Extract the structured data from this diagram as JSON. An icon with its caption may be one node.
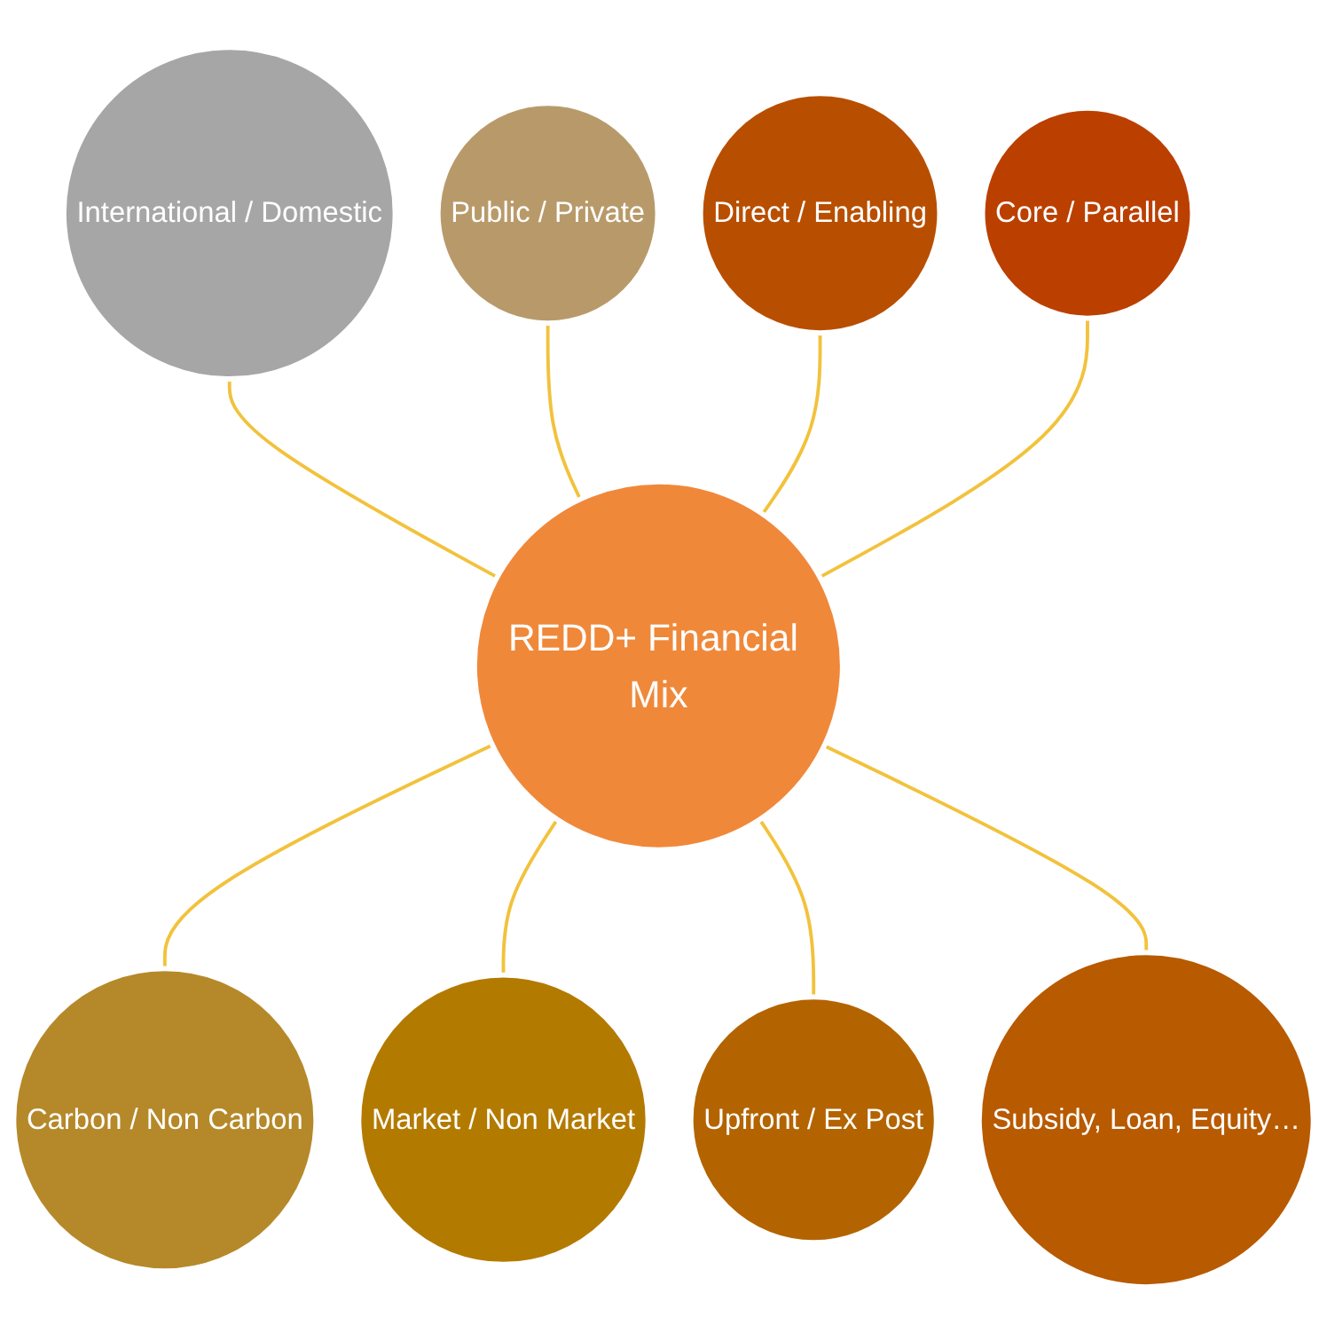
{
  "diagram": {
    "nodes": [
      {
        "text": [
          "REDD+ Financial Mix"
        ]
      },
      {
        "text": [
          "International / Domestic"
        ]
      },
      {
        "text": [
          "Public / Private"
        ]
      },
      {
        "text": [
          "Carbon / Non Carbon"
        ]
      },
      {
        "text": [
          "Market / Non Market"
        ]
      },
      {
        "text": [
          "Upfront / Ex Post"
        ]
      },
      {
        "text": [
          "Subsidy, Loan, Equity…"
        ]
      },
      {
        "text": [
          "Direct / Enabling"
        ]
      },
      {
        "text": [
          "Core / Parallel"
        ]
      }
    ],
    "edges": [
      {
        "from": 0,
        "to": 1,
        "arrow": "none"
      },
      {
        "from": 0,
        "to": 2,
        "arrow": "none"
      },
      {
        "from": 0,
        "to": 3,
        "arrow": "none"
      },
      {
        "from": 0,
        "to": 4,
        "arrow": "none"
      },
      {
        "from": 0,
        "to": 5,
        "arrow": "none"
      },
      {
        "from": 0,
        "to": 6,
        "arrow": "none"
      },
      {
        "from": 0,
        "to": 7,
        "arrow": "none"
      },
      {
        "from": 0,
        "to": 8,
        "arrow": "none"
      }
    ]
  }
}
